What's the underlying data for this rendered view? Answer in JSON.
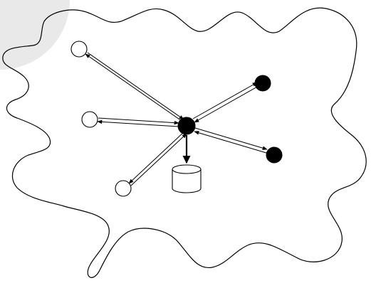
{
  "diagram": {
    "kind": "star-network",
    "hub": {
      "fill": "#000000",
      "icon": "filled-circle-node"
    },
    "nodes": [
      {
        "id": "node-top-left",
        "fill": "#ffffff",
        "icon": "hollow-circle-node",
        "link": "bidirectional-double-arrow"
      },
      {
        "id": "node-mid-left",
        "fill": "#ffffff",
        "icon": "hollow-circle-node",
        "link": "bidirectional-double-arrow"
      },
      {
        "id": "node-bottom-left",
        "fill": "#ffffff",
        "icon": "hollow-circle-node",
        "link": "bidirectional-double-arrow"
      },
      {
        "id": "node-top-right",
        "fill": "#000000",
        "icon": "filled-circle-node",
        "link": "bidirectional-double-arrow"
      },
      {
        "id": "node-right",
        "fill": "#000000",
        "icon": "filled-circle-node",
        "link": "bidirectional-double-arrow"
      }
    ],
    "storage": {
      "icon": "database-cylinder-icon",
      "link": "one-way-arrow-down"
    },
    "boundary": {
      "icon": "cloud-boundary",
      "stroke": "#000000"
    },
    "colors": {
      "line": "#000000",
      "background": "#ffffff",
      "corner-shade": "#e6e6e6"
    }
  }
}
